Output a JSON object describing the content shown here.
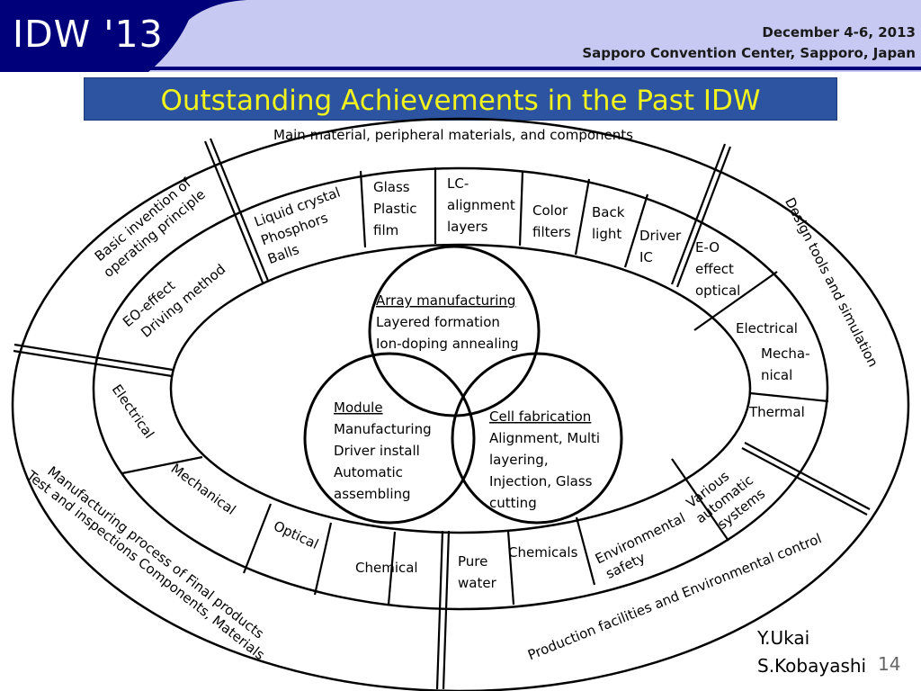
{
  "header": {
    "logo": "IDW '13",
    "date": "December 4-6, 2013",
    "venue": "Sapporo Convention Center, Sapporo, Japan"
  },
  "title": "Outstanding Achievements in the Past IDW",
  "outer_ring": {
    "top": "Main material, peripheral materials, and components",
    "left": [
      "Basic invention of",
      "operating principle"
    ],
    "right": "Design tools and simulation",
    "bottom_left": [
      "Manufacturing process of Final products",
      "Test and inspections Components, Materials"
    ],
    "bottom_right": "Production facilities and Environmental control"
  },
  "inner_ring": {
    "liquid_crystal": [
      "Liquid crystal",
      "Phosphors",
      "Balls"
    ],
    "glass": [
      "Glass",
      "Plastic",
      "film"
    ],
    "lc_alignment": [
      "LC-",
      "alignment",
      "layers"
    ],
    "color_filters": [
      "Color",
      "filters"
    ],
    "back_light": [
      "Back",
      "light"
    ],
    "driver_ic": [
      "Driver",
      "IC"
    ],
    "eo_effect_optical": [
      "E-O",
      "effect",
      "optical"
    ],
    "electrical_right": "Electrical",
    "mechanical_right": [
      "Mecha-",
      "nical"
    ],
    "thermal": "Thermal",
    "various_automatic": [
      "Various",
      "automatic",
      "systems"
    ],
    "environmental_safety": [
      "Environmental",
      "safety"
    ],
    "chemicals": "Chemicals",
    "pure_water": [
      "Pure",
      "water"
    ],
    "chemical": "Chemical",
    "optical": "Optical",
    "mechanical_left": "Mechanical",
    "electrical_left": "Electrical",
    "eo_driving": [
      "EO-effect",
      "Driving method"
    ]
  },
  "venn": {
    "array": {
      "heading": "Array manufacturing",
      "lines": [
        "Layered formation",
        "Ion-doping annealing"
      ]
    },
    "module": {
      "heading": "Module",
      "lines": [
        "Manufacturing",
        "Driver  install",
        "Automatic",
        "assembling"
      ]
    },
    "cell": {
      "heading": "Cell fabrication ",
      "lines": [
        "Alignment, Multi",
        "layering,",
        "Injection, Glass",
        "cutting"
      ]
    }
  },
  "authors": [
    "Y.Ukai",
    "S.Kobayashi"
  ],
  "page_number": "14",
  "colors": {
    "header_bg": "#00007a",
    "header_band": "#c7c9f2",
    "title_bg": "#2c54a0",
    "title_text": "#f2f21e"
  }
}
